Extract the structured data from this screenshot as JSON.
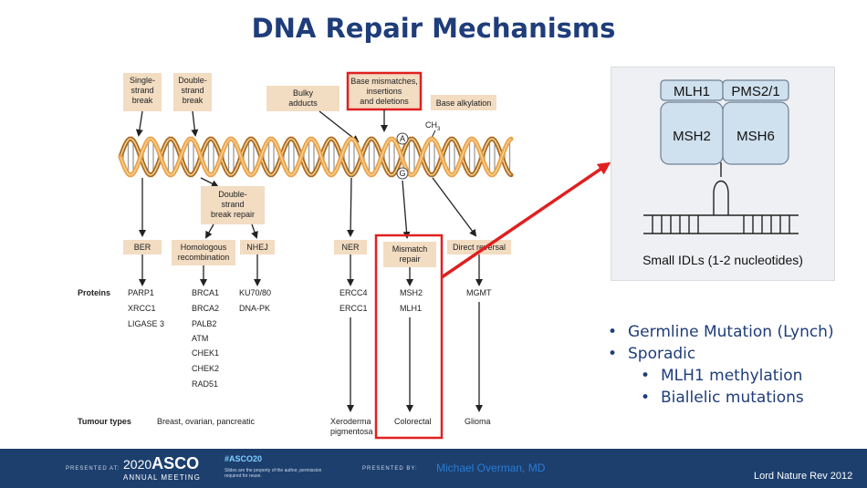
{
  "title": "DNA Repair Mechanisms",
  "damage": {
    "ssb": [
      "Single-",
      "strand",
      "break"
    ],
    "dsb": [
      "Double-",
      "strand",
      "break"
    ],
    "bulky": [
      "Bulky",
      "adducts"
    ],
    "mismatch": [
      "Base mismatches,",
      "insertions",
      "and deletions"
    ],
    "alkyl": "Base alkylation",
    "ch3": "CH",
    "ch3_sub": "3",
    "base_a": "A",
    "base_g": "G"
  },
  "dsb_repair": [
    "Double-",
    "strand",
    "break repair"
  ],
  "pathways": {
    "ber": "BER",
    "hr": [
      "Homologous",
      "recombination"
    ],
    "nhej": "NHEJ",
    "ner": "NER",
    "mmr": [
      "Mismatch",
      "repair"
    ],
    "dr": "Direct reversal"
  },
  "proteins_label": "Proteins",
  "proteins": {
    "ber": [
      "PARP1",
      "XRCC1",
      "LIGASE 3"
    ],
    "hr": [
      "BRCA1",
      "BRCA2",
      "PALB2",
      "ATM",
      "CHEK1",
      "CHEK2",
      "RAD51"
    ],
    "nhej": [
      "KU70/80",
      "DNA-PK"
    ],
    "ner": [
      "ERCC4",
      "ERCC1"
    ],
    "mmr": [
      "MSH2",
      "MLH1"
    ],
    "dr": [
      "MGMT"
    ]
  },
  "tumour_label": "Tumour types",
  "tumours": {
    "hr": "Breast, ovarian, pancreatic",
    "ner": [
      "Xeroderma",
      "pigmentosa"
    ],
    "mmr": "Colorectal",
    "dr": "Glioma"
  },
  "inset": {
    "mlh1": "MLH1",
    "pms2": "PMS2/1",
    "msh2": "MSH2",
    "msh6": "MSH6",
    "caption": "Small IDLs (1-2 nucleotides)"
  },
  "bullets": {
    "b1": "Germline Mutation (Lynch)",
    "b2": "Sporadic",
    "s1": "MLH1 methylation",
    "s2": "Biallelic mutations"
  },
  "footer": {
    "presented_at": "PRESENTED AT:",
    "year": "2020",
    "asco": "ASCO",
    "annual": "ANNUAL MEETING",
    "hashtag": "#ASCO20",
    "rights": "Slides are the property of the author, permission required for reuse.",
    "presented_by": "PRESENTED BY:",
    "presenter": "Michael Overman, MD",
    "citation": "Lord Nature Rev 2012"
  },
  "colors": {
    "title": "#1f3d7a",
    "highlight": "#e02020",
    "box_fill": "#f2dcc2",
    "helix_strand": "#e8a24a",
    "footer_bg": "#1c3f6e",
    "inset_protein": "#cfe0ee"
  }
}
